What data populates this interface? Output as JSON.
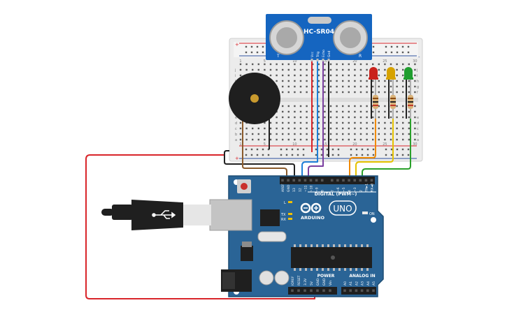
{
  "sensor": {
    "model": "HC-SR04",
    "pins": [
      "Vcc",
      "Trig",
      "Echo",
      "Gnd"
    ],
    "left_mark": "T",
    "right_mark": "R"
  },
  "breadboard": {
    "col_numbers": [
      "1",
      "5",
      "10",
      "15",
      "20",
      "25",
      "30"
    ],
    "row_letters": [
      "a",
      "b",
      "c",
      "d",
      "e",
      "f",
      "g",
      "h",
      "i",
      "j"
    ],
    "rail_plus": "+",
    "rail_minus": "-"
  },
  "leds": [
    {
      "color_name": "red",
      "color": "#c9221c"
    },
    {
      "color_name": "yellow",
      "color": "#d6a200"
    },
    {
      "color_name": "green",
      "color": "#1f9e2f"
    }
  ],
  "arduino": {
    "brand": "ARDUINO",
    "model": "UNO",
    "digital_header": "DIGITAL (PWM~)",
    "power_header": "POWER",
    "analog_header": "ANALOG IN",
    "on_label": "ON",
    "l_label": "L",
    "tx_label": "TX",
    "rx_label": "RX",
    "digital_pins": [
      "AREF",
      "GND",
      "13",
      "12",
      "~11",
      "~10",
      "~9",
      "8",
      "7",
      "~6",
      "~5",
      "4",
      "~3",
      "2",
      "TX►1",
      "RX◄0"
    ],
    "power_pins": [
      "IOREF",
      "RESET",
      "3.3V",
      "5V",
      "GND",
      "GND",
      "Vin"
    ],
    "analog_pins": [
      "A0",
      "A1",
      "A2",
      "A3",
      "A4",
      "A5"
    ]
  },
  "colors": {
    "board_blue": "#2a6496",
    "wire_red": "#d9252a",
    "wire_black": "#222222",
    "wire_brown": "#8a5a2b",
    "wire_blue": "#1e7fd8",
    "wire_purple": "#7b3fa0",
    "wire_orange": "#f08a00",
    "wire_yellow": "#e6c200",
    "wire_green": "#2aa02a",
    "sensor_blue": "#1565c0"
  }
}
